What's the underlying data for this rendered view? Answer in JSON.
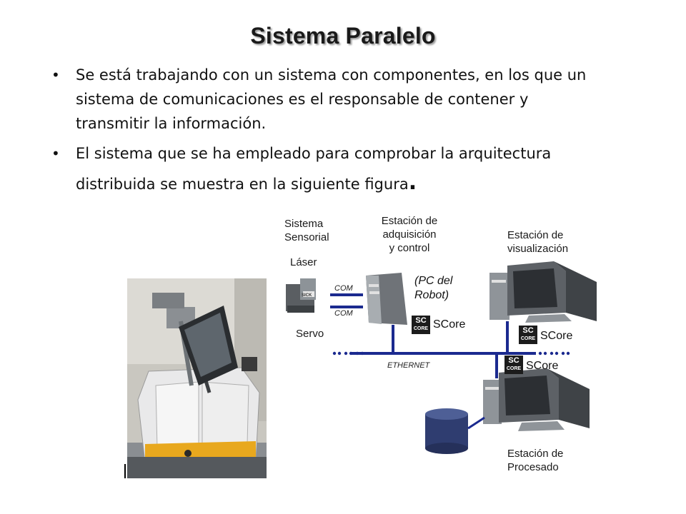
{
  "title": "Sistema Paralelo",
  "bullets": [
    {
      "lines": [
        "Se está trabajando con un sistema con componentes, en los que un",
        "sistema de comunicaciones es el responsable de contener y",
        "transmitir la información."
      ]
    },
    {
      "line1": "El sistema que se ha empleado para comprobar la arquitectura",
      "line2": "distribuida se muestra en la siguiente figura",
      "period": "."
    }
  ],
  "diagram": {
    "sensor_label": [
      "Sistema",
      "Sensorial"
    ],
    "laser_label": "Láser",
    "servo_label": "Servo",
    "sick_logo": "SICK",
    "acq_label": [
      "Estación de",
      "adquisición",
      "y control"
    ],
    "robot_pc_label": [
      "(PC del",
      "Robot)"
    ],
    "com_labels": [
      "COM",
      "COM"
    ],
    "vis_label": [
      "Estación de",
      "visualización"
    ],
    "proc_label": [
      "Estación de",
      "Procesado"
    ],
    "ethernet_label": "ETHERNET",
    "score_text": "SCore",
    "score_logo_top": "SC",
    "score_logo_bottom": "CORE"
  }
}
